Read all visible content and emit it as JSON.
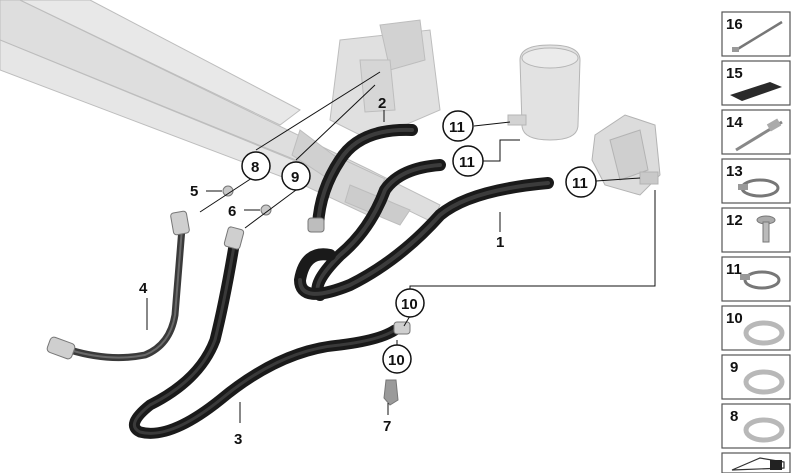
{
  "callouts": {
    "c1": "1",
    "c2": "2",
    "c3": "3",
    "c4": "4",
    "c5": "5",
    "c6": "6",
    "c7": "7",
    "c8": "8",
    "c9": "9",
    "c10a": "10",
    "c10b": "10",
    "c11a": "11",
    "c11b": "11",
    "c11c": "11"
  },
  "legend": [
    {
      "number": "16",
      "icon": "cable-tie-icon"
    },
    {
      "number": "15",
      "icon": "pad-icon"
    },
    {
      "number": "14",
      "icon": "cable-tie-clip-icon"
    },
    {
      "number": "13",
      "icon": "hose-clamp-icon"
    },
    {
      "number": "12",
      "icon": "rivet-icon"
    },
    {
      "number": "11",
      "icon": "hose-clamp-icon"
    },
    {
      "number": "10",
      "icon": "sealing-ring-icon"
    },
    {
      "number": "9",
      "icon": "sealing-ring-icon"
    },
    {
      "number": "8",
      "icon": "sealing-ring-icon"
    }
  ],
  "colors": {
    "hose": "#1a1a1a",
    "ghost_part": "#d4d4d4",
    "ghost_stroke": "#b5b5b5",
    "legend_border": "#555555"
  }
}
